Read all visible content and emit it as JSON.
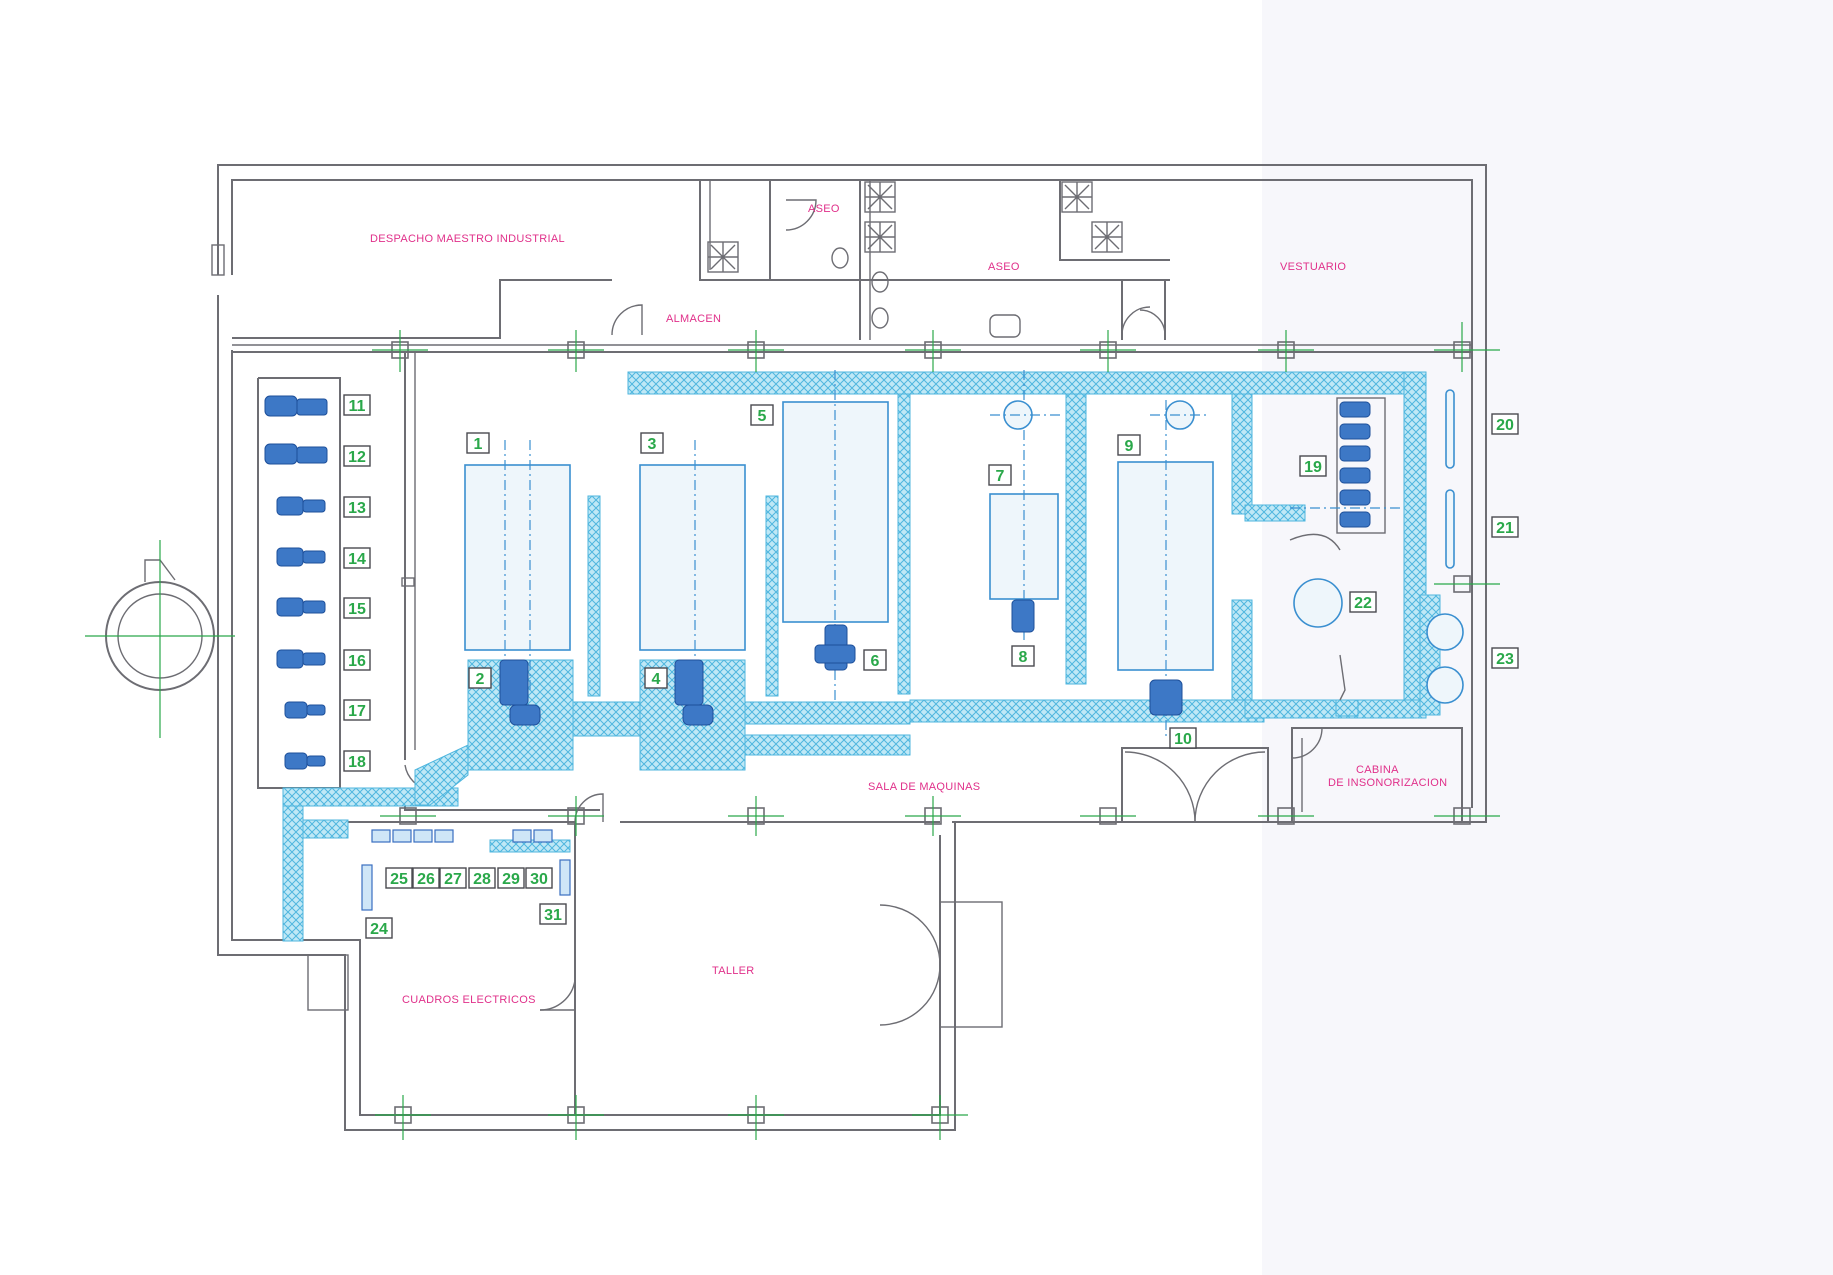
{
  "colors": {
    "room_label": "#e0308a",
    "number_label": "#2aa84a",
    "hatch": "#8fd3ec",
    "equipment": "#3a8fd0",
    "wall": "#6d6d73"
  },
  "rooms": {
    "despacho": "DESPACHO MAESTRO INDUSTRIAL",
    "aseo_1": "ASEO",
    "aseo_2": "ASEO",
    "almacen": "ALMACEN",
    "vestuario": "VESTUARIO",
    "sala_maquinas": "SALA DE MAQUINAS",
    "cabina_line1": "CABINA",
    "cabina_line2": "DE INSONORIZACION",
    "taller": "TALLER",
    "cuadros": "CUADROS ELECTRICOS"
  },
  "numbers": [
    "1",
    "2",
    "3",
    "4",
    "5",
    "6",
    "7",
    "8",
    "9",
    "10",
    "11",
    "12",
    "13",
    "14",
    "15",
    "16",
    "17",
    "18",
    "19",
    "20",
    "21",
    "22",
    "23",
    "24",
    "25",
    "26",
    "27",
    "28",
    "29",
    "30",
    "31"
  ]
}
